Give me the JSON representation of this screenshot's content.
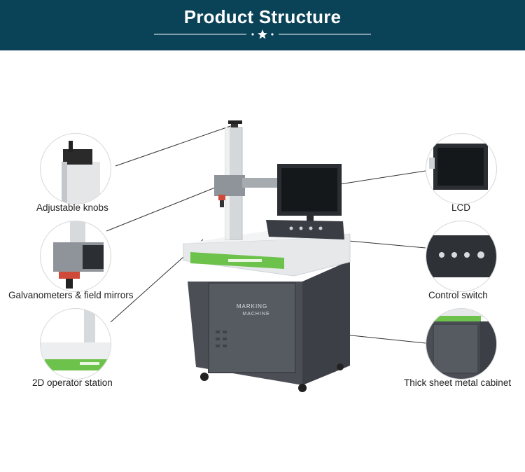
{
  "header": {
    "title": "Product Structure",
    "background": "#0a4257"
  },
  "machine": {
    "front_text_line1": "MARKING",
    "front_text_line2": "MACHINE"
  },
  "callouts": {
    "adjustable_knobs": "Adjustable knobs",
    "galvanometers": "Galvanometers & field mirrors",
    "operator_station": "2D operator station",
    "lcd": "LCD",
    "control_switch": "Control switch",
    "cabinet": "Thick sheet metal cabinet"
  },
  "colors": {
    "accent_green": "#6cc24a",
    "cabinet_gray": "#4b4f55",
    "panel_light": "#e9ebed"
  }
}
